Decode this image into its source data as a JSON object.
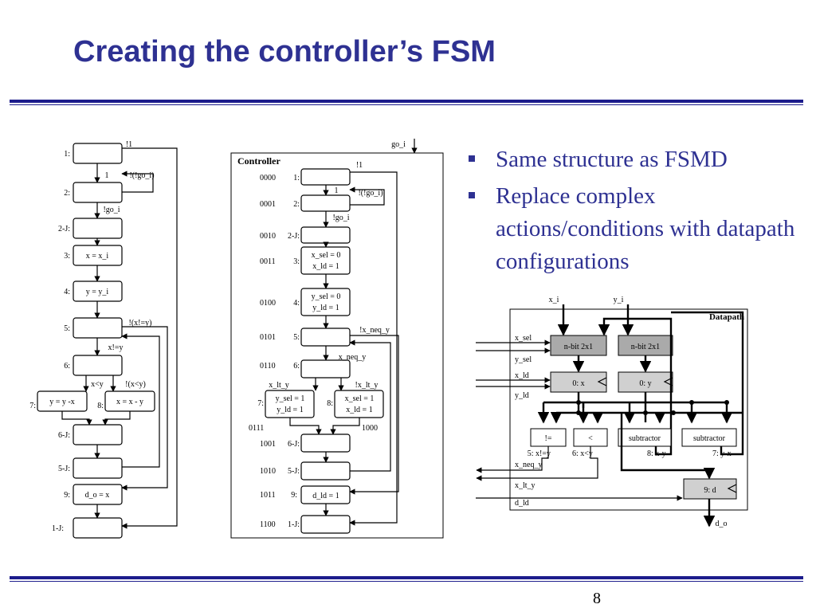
{
  "slide": {
    "title": "Creating the controller’s FSM",
    "page_number": "8",
    "bullets": [
      "Same structure as FSMD",
      "Replace complex actions/conditions with datapath configurations"
    ]
  },
  "fsmd": {
    "state_labels": [
      "1:",
      "2:",
      "2-J:",
      "3:",
      "4:",
      "5:",
      "6:",
      "7:",
      "8:",
      "6-J:",
      "5-J:",
      "9:",
      "1-J:"
    ],
    "actions": {
      "s3": "x = x_i",
      "s4": "y = y_i",
      "s7": "y = y -x",
      "s8": "x = x - y",
      "s9": "d_o = x"
    },
    "conditions": {
      "not1": "!1",
      "one": "1",
      "not_not_go": "!(!go_i)",
      "not_go": "!go_i",
      "not_x_ne_y": "!(x!=y)",
      "x_ne_y": "x!=y",
      "x_lt_y": "x<y",
      "not_x_lt_y": "!(x<y)"
    }
  },
  "controller": {
    "title": "Controller",
    "go_input": "go_i",
    "codes": [
      "0000",
      "0001",
      "0010",
      "0011",
      "0100",
      "0101",
      "0110",
      "0111",
      "1000",
      "1001",
      "1010",
      "1011",
      "1100"
    ],
    "state_labels": [
      "1:",
      "2:",
      "2-J:",
      "3:",
      "4:",
      "5:",
      "6:",
      "7:",
      "8:",
      "6-J:",
      "5-J:",
      "9:",
      "1-J:"
    ],
    "actions": {
      "s3": [
        "x_sel = 0",
        "x_ld = 1"
      ],
      "s4": [
        "y_sel = 0",
        "y_ld = 1"
      ],
      "s7": [
        "y_sel = 1",
        "y_ld = 1"
      ],
      "s8": [
        "x_sel = 1",
        "x_ld = 1"
      ],
      "s9": [
        "d_ld = 1"
      ]
    },
    "conditions": {
      "not1": "!1",
      "one": "1",
      "not_not_go": "!(!go_i)",
      "not_go": "!go_i",
      "not_x_neq_y": "!x_neq_y",
      "x_neq_y": "x_neq_y",
      "x_lt_y": "x_lt_y",
      "not_x_lt_y": "!x_lt_y"
    }
  },
  "datapath": {
    "title": "Datapath",
    "inputs": [
      "x_i",
      "y_i"
    ],
    "output": "d_o",
    "signals": [
      "x_sel",
      "y_sel",
      "x_ld",
      "y_ld",
      "x_neq_y",
      "x_lt_y",
      "d_ld"
    ],
    "muxes": [
      "n-bit 2x1",
      "n-bit 2x1"
    ],
    "registers": [
      "0: x",
      "0: y",
      "9: d"
    ],
    "units": [
      "!=",
      "<",
      "subtractor",
      "subtractor"
    ],
    "unit_labels": [
      "5: x!=y",
      "6: x<y",
      "8: x-y",
      "7: y-x"
    ]
  }
}
